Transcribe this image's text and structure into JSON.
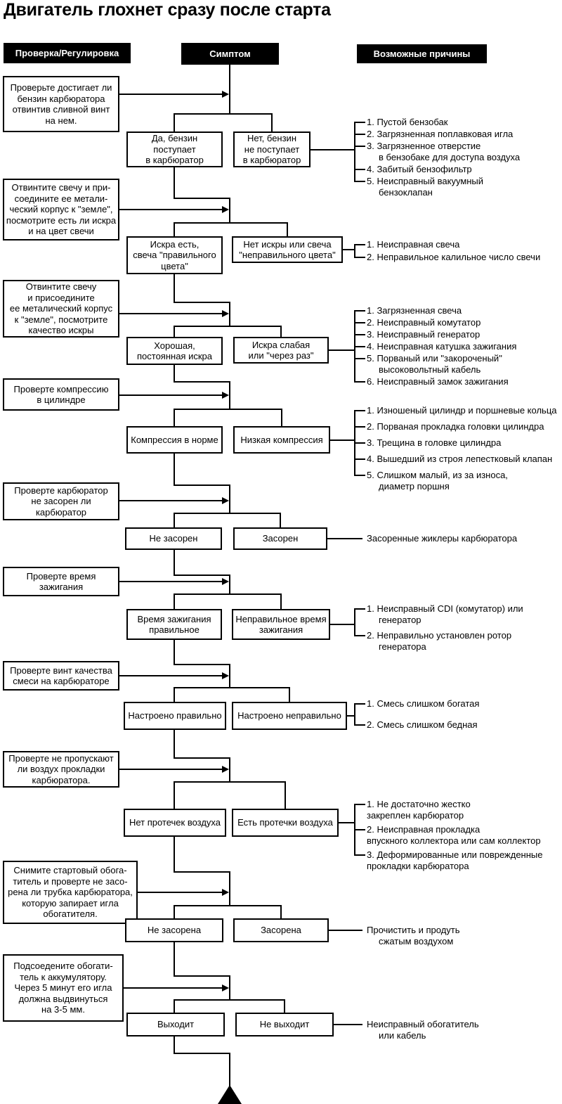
{
  "title": "Двигатель глохнет сразу после старта",
  "columns": {
    "check": "Проверка/Регулировка",
    "symptom": "Симптом",
    "causes": "Возможные причины"
  },
  "sections": [
    {
      "check": "Проверьте достигает ли\nбензин карбюратора\nотвинтив сливной винт\nна нем.",
      "ok": "Да, бензин\nпоступает\nв карбюратор",
      "fail": "Нет, бензин\nне поступает\nв карбюратор",
      "causes": [
        "1. Пустой бензобак",
        "2. Загрязненная поплавковая игла",
        "3. Загрязненное отверстие\nв бензобаке для доступа воздуха",
        "4. Забитый бензофильтр",
        "5. Неисправный вакуумный\nбензоклапан"
      ]
    },
    {
      "check": "Отвинтите свечу и при-\nсоедините ее метали-\nческий корпус к \"земле\",\nпосмотрите есть ли искра\nи на цвет свечи",
      "ok": "Искра есть,\nсвеча \"правильного\nцвета\"",
      "fail": "Нет искры или свеча\n\"неправильного цвета\"",
      "causes": [
        "1. Неисправная свеча",
        "2. Неправильное калильное число свечи"
      ]
    },
    {
      "check": "Отвинтите свечу\nи присоедините\nее металический корпус\nк \"земле\", посмотрите\nкачество искры",
      "ok": "Хорошая,\nпостоянная искра",
      "fail": "Искра слабая\nили \"через раз\"",
      "causes": [
        "1. Загрязненная свеча",
        "2. Неисправный комутатор",
        "3. Неисправный генератор",
        "4. Неисправная катушка зажигания",
        "5. Порваный или \"закороченый\"\nвысоковольтный кабель",
        "6. Неисправный замок зажигания"
      ]
    },
    {
      "check": "Проверте компрессию\nв цилиндре",
      "ok": "Компрессия в норме",
      "fail": "Низкая компрессия",
      "causes": [
        "1. Изношеный цилиндр и поршневые кольца",
        "2. Порваная прокладка головки цилиндра",
        "3. Трещина в головке цилиндра",
        "4. Вышедший из строя лепестковый клапан",
        "5. Слишком малый, из за износа,\nдиаметр поршня"
      ]
    },
    {
      "check": "Проверте карбюратор\nне засорен ли\nкарбюратор",
      "ok": "Не засорен",
      "fail": "Засорен",
      "causes": [
        "Засоренные жиклеры карбюратора"
      ]
    },
    {
      "check": "Проверте время\nзажигания",
      "ok": "Время зажигания\nправильное",
      "fail": "Неправильное время\nзажигания",
      "causes": [
        "1. Неисправный CDI (комутатор) или\nгенератор",
        "2. Неправильно установлен ротор\nгенератора"
      ]
    },
    {
      "check": "Проверте винт качества\nсмеси на карбюраторе",
      "ok": "Настроено правильно",
      "fail": "Настроено неправильно",
      "causes": [
        "1. Смесь слишком богатая",
        "2. Смесь слишком бедная"
      ]
    },
    {
      "check": "Проверте не пропускают\nли воздух прокладки\nкарбюратора.",
      "ok": "Нет протечек воздуха",
      "fail": "Есть протечки воздуха",
      "causes": [
        "1. Не достаточно жестко\nзакреплен карбюратор",
        "2. Неисправная прокладка\nвпускного коллектора или сам коллектор",
        "3. Деформированные или поврежденные\nпрокладки карбюратора"
      ]
    },
    {
      "check": "Снимите стартовый обога-\nтитель и проверте не засо-\nрена ли трубка карбюратора,\nкоторую запирает игла\nобогатителя.",
      "ok": "Не засорена",
      "fail": "Засорена",
      "causes": [
        "Прочистить и продуть\nсжатым воздухом"
      ]
    },
    {
      "check": "Подсоедените обогати-\nтель к аккумулятору.\nЧерез 5 минут его игла\nдолжна выдвинуться\nна 3-5 мм.",
      "ok": "Выходит",
      "fail": "Не выходит",
      "causes": [
        "Неисправный обогатитель\nили кабель"
      ]
    }
  ],
  "marker": {
    "continuation_marker": "black up-pointing triangle"
  },
  "colors": {
    "background": "#ffffff",
    "line": "#000000",
    "box_border": "#000000",
    "header_bg": "#000000",
    "header_text": "#ffffff",
    "text": "#000000"
  }
}
